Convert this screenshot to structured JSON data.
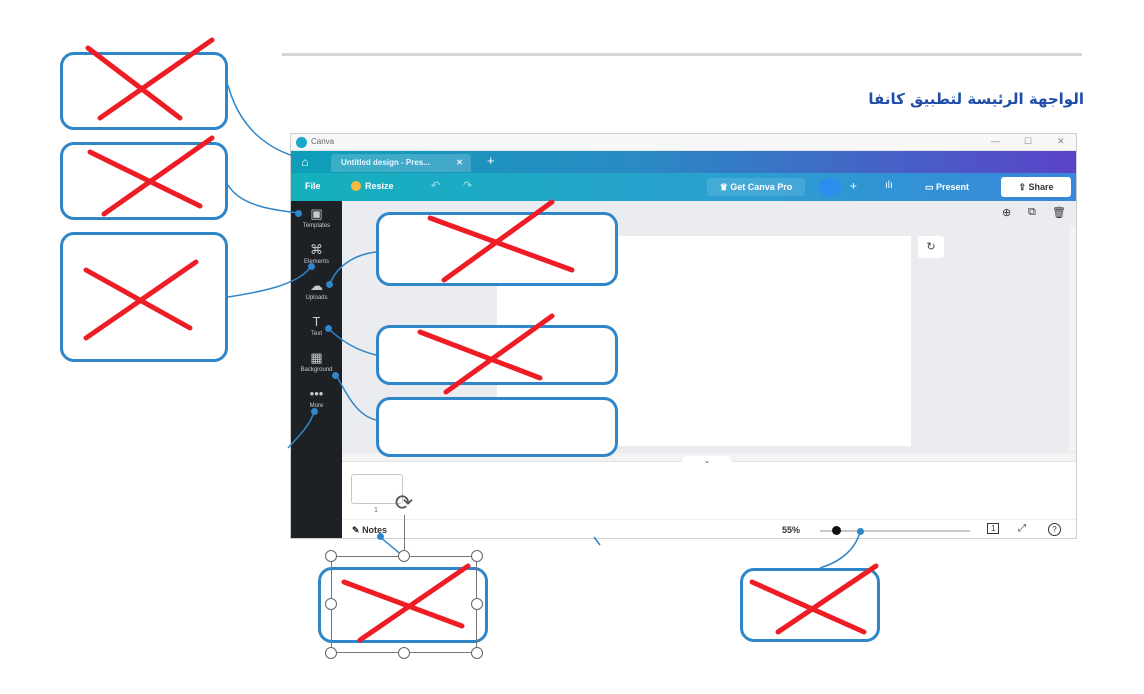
{
  "page": {
    "heading": "الواجهة الرئيسة لتطبيق كانفا"
  },
  "window": {
    "app_title": "Canva",
    "controls": [
      "—",
      "☐",
      "✕"
    ],
    "tab_title": "Untitled design - Pres...",
    "tab_close": "✕",
    "new_tab": "+"
  },
  "toolbar": {
    "file": "File",
    "resize": "Resize",
    "undo": "↶",
    "redo": "↷",
    "get_pro": "♛ Get Canva Pro",
    "plus": "+",
    "analytics": "ılı",
    "present": "Present",
    "present_icon": "▭",
    "share": "Share",
    "share_icon": "⇪"
  },
  "sidebar": {
    "items": [
      {
        "icon": "▣",
        "label": "Templates"
      },
      {
        "icon": "⌘",
        "label": "Elements"
      },
      {
        "icon": "☁",
        "label": "Uploads"
      },
      {
        "icon": "T",
        "label": "Text"
      },
      {
        "icon": "▦",
        "label": "Background"
      },
      {
        "icon": "•••",
        "label": "More"
      }
    ]
  },
  "editor": {
    "add_page_icon": "⊕",
    "duplicate_icon": "⧉",
    "delete_icon": "🗑",
    "rotate_icon": "↻",
    "collapse_icon": "⌄"
  },
  "pages_strip": {
    "thumb_number": "1"
  },
  "bottombar": {
    "notes": "Notes",
    "notes_icon": "✎",
    "zoom": "55%",
    "zoom_fraction": 0.08,
    "page_count_icon": "1",
    "fullscreen_icon": "⤢",
    "help_icon": "?"
  },
  "colors": {
    "callout_border": "#2f86c9",
    "cross": "#ee1c25",
    "heading": "#1f4ea8"
  }
}
